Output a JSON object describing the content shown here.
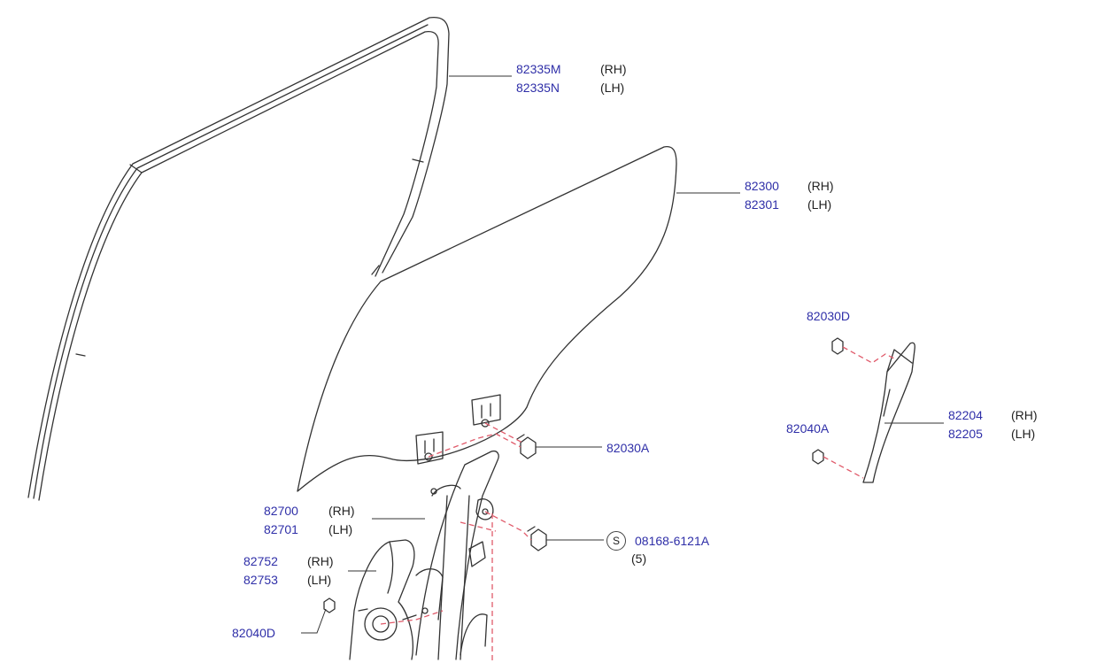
{
  "colors": {
    "part_number": "#2f2fa8",
    "text": "#222222",
    "line": "#333333",
    "dashed_leader": "#e05a6a"
  },
  "callouts": {
    "c1": {
      "part_rh": "82335M",
      "side_rh": "(RH)",
      "part_lh": "82335N",
      "side_lh": "(LH)"
    },
    "c2": {
      "part_rh": "82300",
      "side_rh": "(RH)",
      "part_lh": "82301",
      "side_lh": "(LH)"
    },
    "c3": {
      "part": "82030D"
    },
    "c4": {
      "part_rh": "82204",
      "side_rh": "(RH)",
      "part_lh": "82205",
      "side_lh": "(LH)"
    },
    "c5": {
      "part": "82040A"
    },
    "c6": {
      "part": "82030A"
    },
    "c7": {
      "part_rh": "82700",
      "side_rh": "(RH)",
      "part_lh": "82701",
      "side_lh": "(LH)"
    },
    "c8": {
      "symbol": "S",
      "part": "08168-6121A",
      "qty": "(5)"
    },
    "c9": {
      "part_rh": "82752",
      "side_rh": "(RH)",
      "part_lh": "82753",
      "side_lh": "(LH)"
    },
    "c10": {
      "part": "82040D"
    }
  }
}
